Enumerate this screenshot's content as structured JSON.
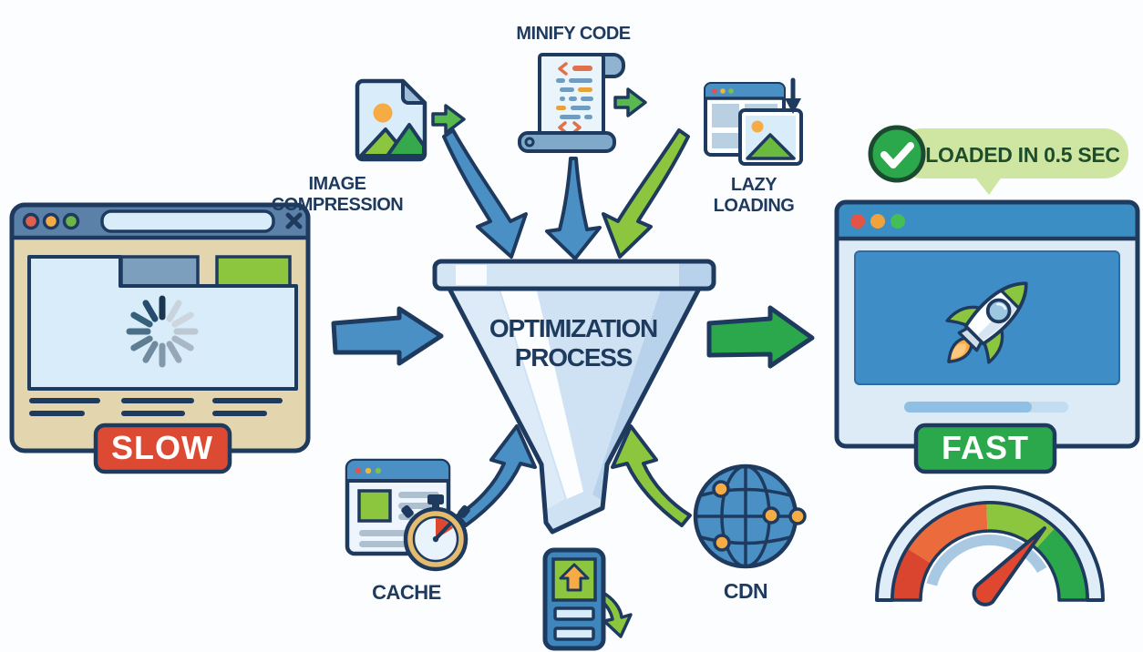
{
  "colors": {
    "navy": "#1e3a5f",
    "arrow-blue": "#4a90c4",
    "arrow-green": "#2ba84c",
    "lime": "#8cc63f",
    "orange": "#f6ab44",
    "red": "#dc4a33",
    "tan": "#e3d6ae",
    "sky": "#d9ecf9",
    "slate-header": "#5b81a8",
    "fast-header": "#3b8ec4",
    "screen-panel": "#3f8dc6",
    "funnel-blue": "#cfe2f3",
    "bubble-green": "#cfe6a3",
    "bubble-text": "#1e4d2b",
    "gauge-red": "#d9452f",
    "gauge-orange": "#ec6b3d",
    "gauge-lime": "#8cc63f",
    "gauge-green": "#2ba84c"
  },
  "slow_browser": {
    "badge": "SLOW"
  },
  "fast_browser": {
    "badge": "FAST",
    "status_bubble": "LOADED IN 0.5 SEC"
  },
  "funnel": {
    "line1": "OPTIMIZATION",
    "line2": "PROCESS"
  },
  "techniques": {
    "image_compression": {
      "line1": "IMAGE",
      "line2": "COMPRESSION"
    },
    "minify_code": {
      "label": "MINIFY CODE"
    },
    "lazy_loading": {
      "line1": "LAZY",
      "line2": "LOADING"
    },
    "cache": {
      "label": "CACHE"
    },
    "cdn": {
      "label": "CDN"
    }
  }
}
